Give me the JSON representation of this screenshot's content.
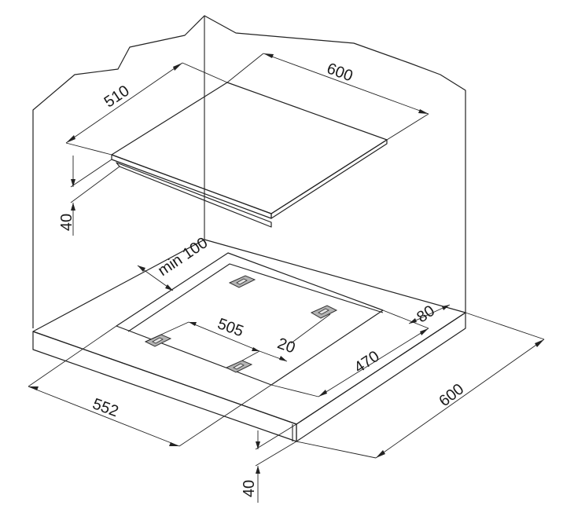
{
  "dimensions": {
    "hob_depth": "510",
    "hob_width": "600",
    "hob_height": "40",
    "min_clearance": "min 100",
    "clip_spacing_width": "505",
    "clip_offset": "20",
    "cutout_depth": "470",
    "back_clearance": "80",
    "cutout_width": "552",
    "worktop_depth": "600",
    "worktop_thickness": "40"
  },
  "colors": {
    "line": "#222222",
    "clip_fill": "#b3b3b3"
  }
}
